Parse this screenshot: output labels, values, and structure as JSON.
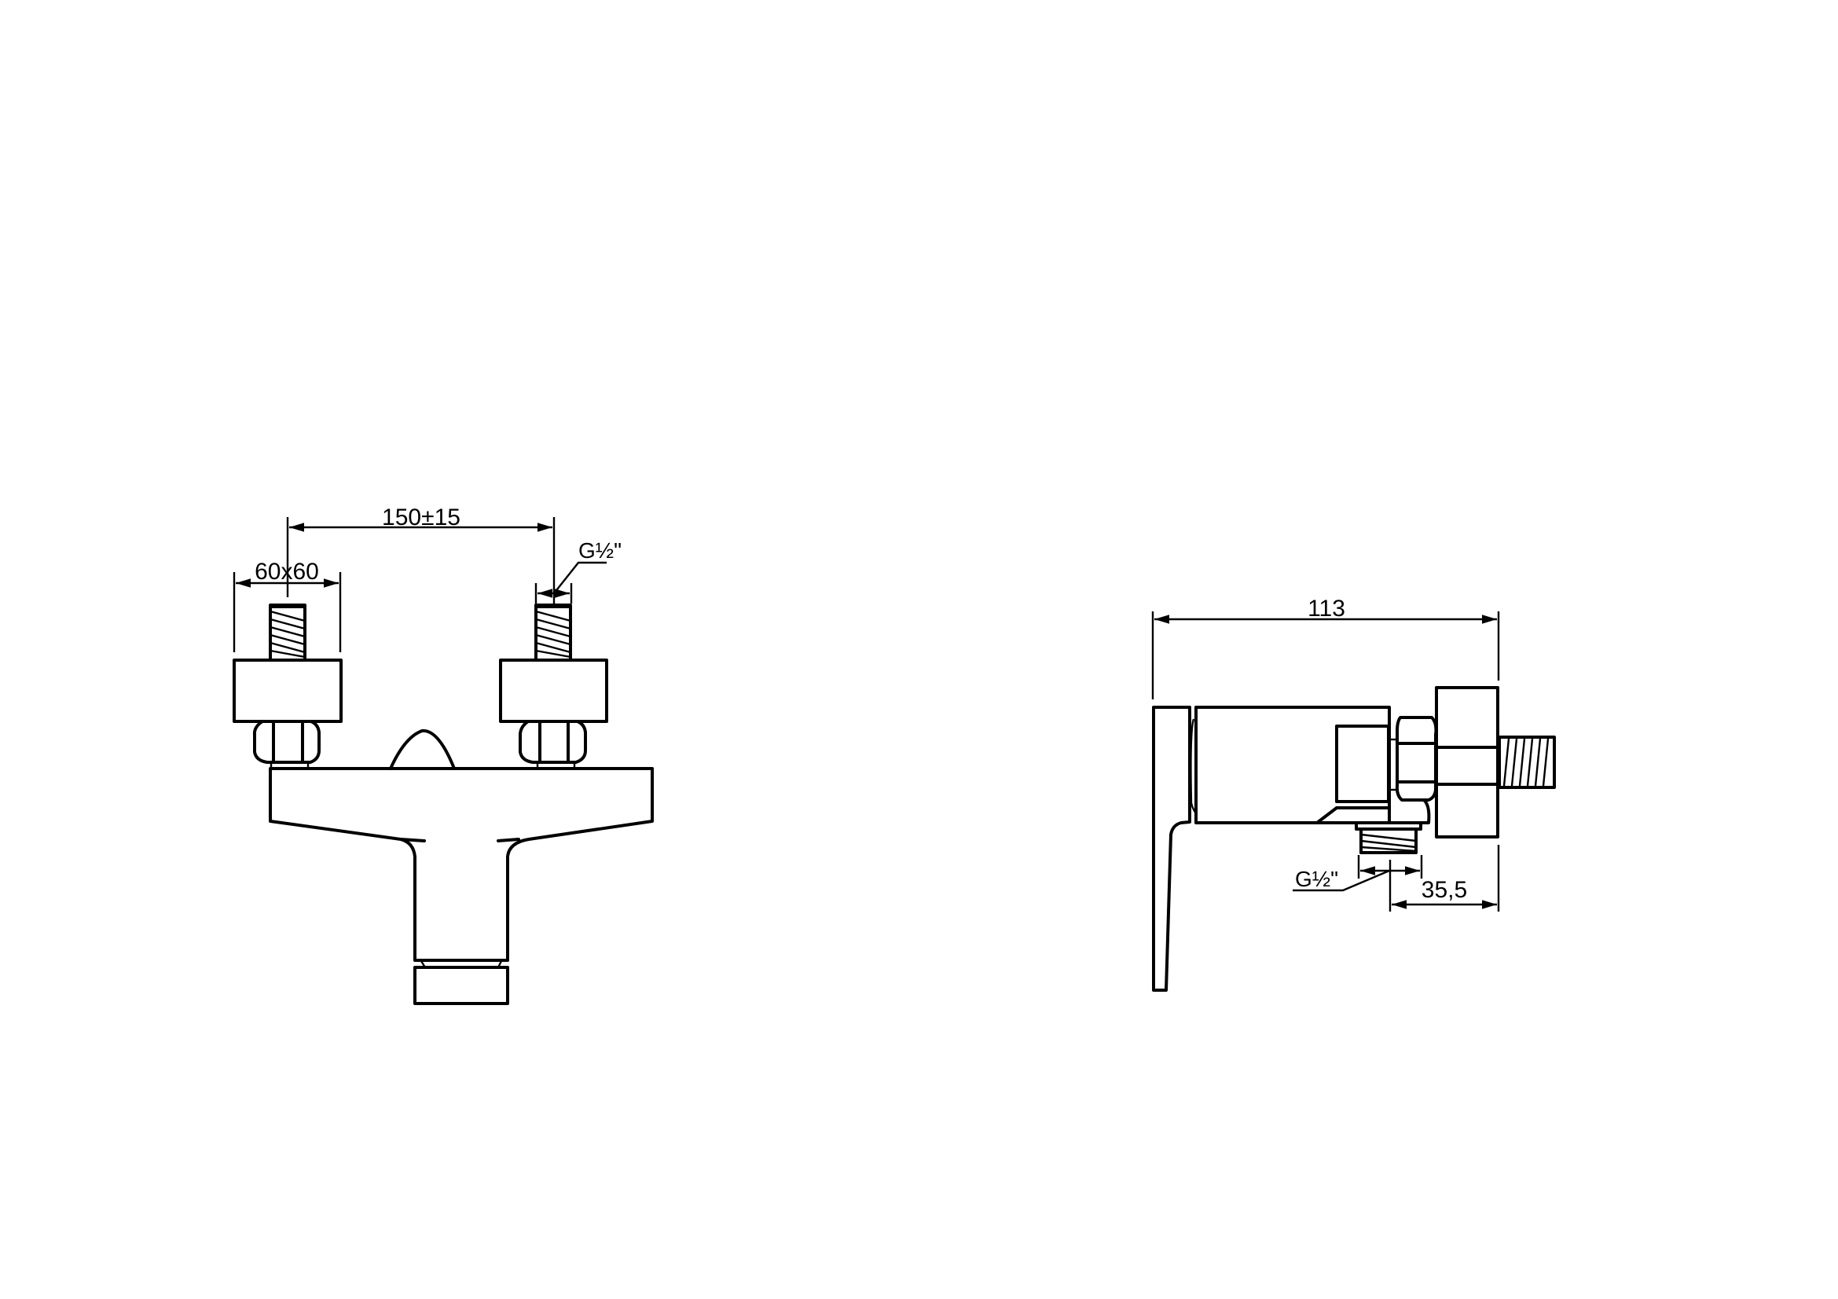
{
  "drawing": {
    "type": "technical-drawing",
    "subject": "wall-mounted single-lever shower mixer",
    "background": "#ffffff",
    "line_color": "#000000"
  },
  "front_view": {
    "dim_center_distance": "150±15",
    "dim_flange_size": "60x60",
    "dim_inlet_thread": "G½\""
  },
  "side_view": {
    "dim_overall_depth": "113",
    "dim_outlet_offset": "35,5",
    "dim_outlet_thread": "G½\""
  }
}
